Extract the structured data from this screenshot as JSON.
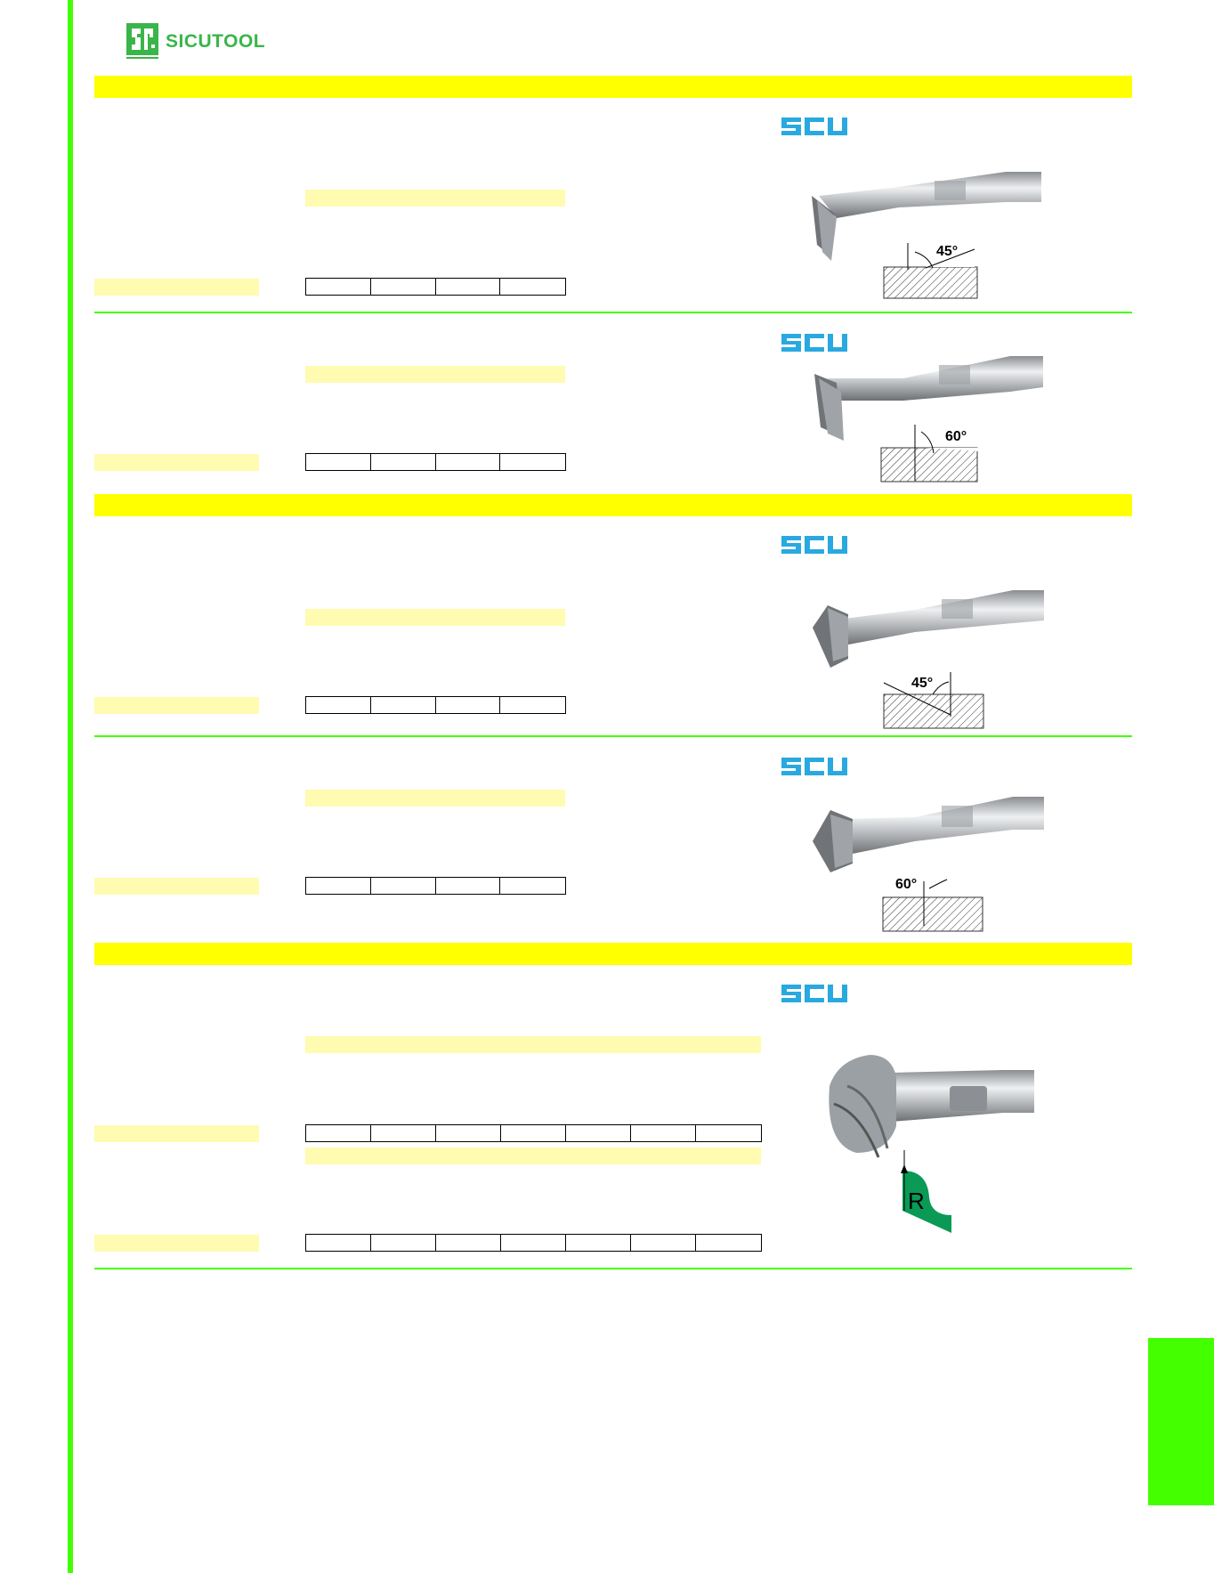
{
  "brand": {
    "name": "SICUTOOL",
    "logo_subtext": "SICUTOOL",
    "color": "#3ab54a"
  },
  "colors": {
    "accent_green": "#44ff00",
    "band_yellow": "#ffff00",
    "strip_yellow": "#fffbb0",
    "scu_blue": "#29a9e0",
    "profile_green": "#0a9a55"
  },
  "scu_logo": "SCU",
  "products": [
    {
      "angle": "45°",
      "icon": "dovetail-cutter-45-icon"
    },
    {
      "angle": "60°",
      "icon": "dovetail-cutter-60-icon"
    },
    {
      "angle": "45°",
      "icon": "inverse-dovetail-cutter-45-icon"
    },
    {
      "angle": "60°",
      "icon": "inverse-dovetail-cutter-60-icon"
    },
    {
      "profile_label": "R",
      "icon": "corner-rounding-cutter-icon"
    }
  ]
}
